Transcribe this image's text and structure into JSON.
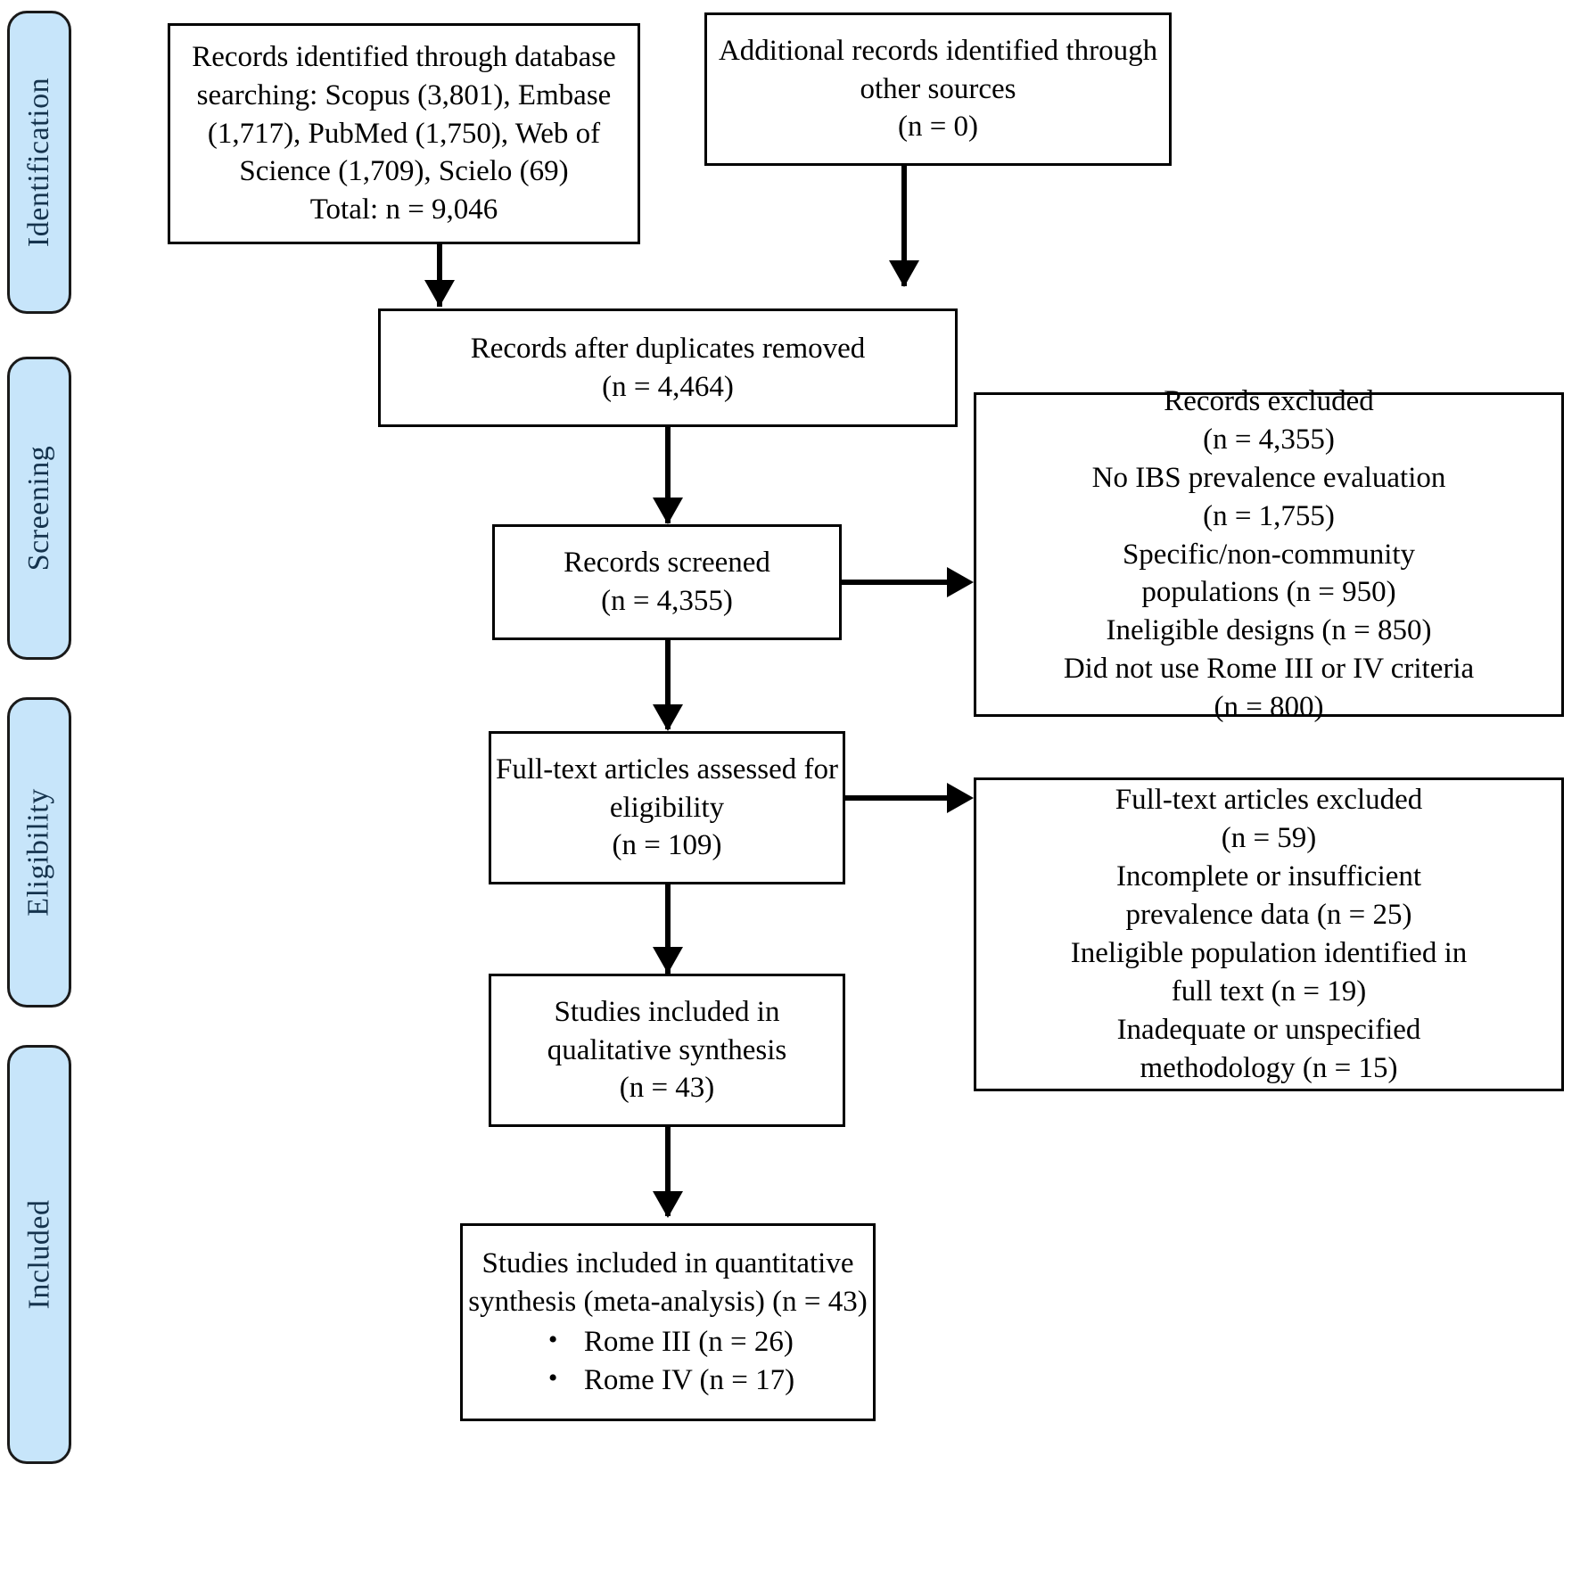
{
  "diagram": {
    "type": "PRISMA flow diagram",
    "phases": [
      {
        "label": "Identification"
      },
      {
        "label": "Screening"
      },
      {
        "label": "Eligibility"
      },
      {
        "label": "Included"
      }
    ],
    "colors": {
      "phase_fill": "#c7e5fa",
      "phase_border": "#1a1a1a",
      "phase_text": "#15334d",
      "box_border": "#000000",
      "box_fill": "#ffffff",
      "connector": "#000000"
    },
    "boxes": {
      "database_search": {
        "lines": [
          "Records identified through database",
          "searching: Scopus (3,801), Embase",
          "(1,717), PubMed (1,750), Web of",
          "Science (1,709), Scielo (69)",
          "Total: n = 9,046"
        ]
      },
      "other_sources": {
        "lines": [
          "Additional records identified through",
          "other sources",
          "(n = 0)"
        ]
      },
      "duplicates_removed": {
        "lines": [
          "Records after duplicates removed",
          "(n = 4,464)"
        ]
      },
      "records_screened": {
        "lines": [
          "Records screened",
          "(n = 4,355)"
        ]
      },
      "records_excluded": {
        "lines": [
          "Records excluded",
          "(n = 4,355)",
          "No IBS prevalence evaluation",
          "(n = 1,755)",
          "Specific/non-community",
          "populations (n = 950)",
          "Ineligible designs (n = 850)",
          "Did not use Rome III or IV criteria",
          "(n = 800)"
        ]
      },
      "fulltext_assessed": {
        "lines": [
          "Full-text articles assessed for",
          "eligibility",
          "(n = 109)"
        ]
      },
      "fulltext_excluded": {
        "lines": [
          "Full-text articles excluded",
          "(n = 59)",
          "Incomplete or insufficient",
          "prevalence data (n = 25)",
          "Ineligible population identified in",
          "full text (n = 19)",
          "Inadequate or unspecified",
          "methodology (n = 15)"
        ]
      },
      "qualitative_synthesis": {
        "lines": [
          "Studies included in",
          "qualitative synthesis",
          "(n = 43)"
        ]
      },
      "quantitative_synthesis": {
        "lines": [
          "Studies included in quantitative",
          "synthesis (meta-analysis) (n = 43)"
        ],
        "bullets": [
          "Rome III (n = 26)",
          "Rome IV (n = 17)"
        ]
      }
    }
  }
}
